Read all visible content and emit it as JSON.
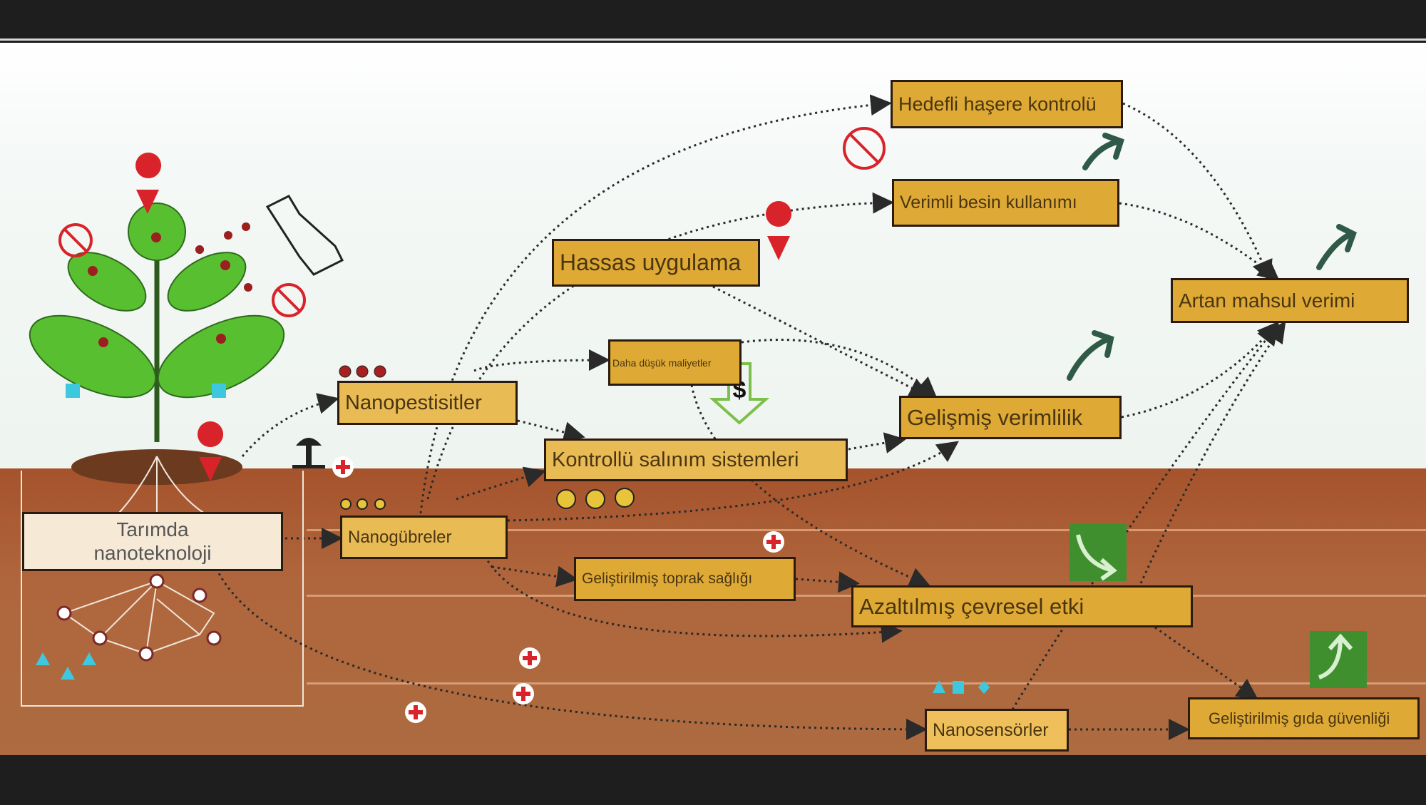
{
  "nodes": {
    "root": "Tarımda nanoteknoloji",
    "nanopesticides": "Nanopestisitler",
    "nanofertilizers": "Nanogübreler",
    "nanosensors": "Nanosensörler",
    "controlled_release": "Kontrollü salınım sistemleri",
    "lower_costs": "Daha düşük maliyetler",
    "precision_application": "Hassas uygulama",
    "targeted_pest_control": "Hedefli haşere kontrolü",
    "efficient_nutrient_use": "Verimli besin kullanımı",
    "improved_efficiency": "Gelişmiş verimlilik",
    "improved_soil_health": "Geliştirilmiş toprak sağlığı",
    "reduced_env_impact": "Azaltılmış çevresel etki",
    "increased_yield": "Artan mahsul verimi",
    "improved_food_safety": "Geliştirilmiş gıda güvenliği"
  },
  "icons": [
    "plant-illustration",
    "location-pin-icon",
    "no-mosquito-icon",
    "spray-bottle-icon",
    "dollar-down-arrow-icon",
    "trend-up-arrow-icon",
    "first-aid-cross-icon",
    "mushroom-icon",
    "sensor-shapes-icon"
  ],
  "dollar_symbol": "$",
  "colors": {
    "node_fill": "#deaa35",
    "root_fill": "#f6ead6",
    "soil": "#a85a30",
    "arrow_green": "#2f5a48",
    "badge_green": "#3f8f2f",
    "pin_red": "#d8232a"
  }
}
